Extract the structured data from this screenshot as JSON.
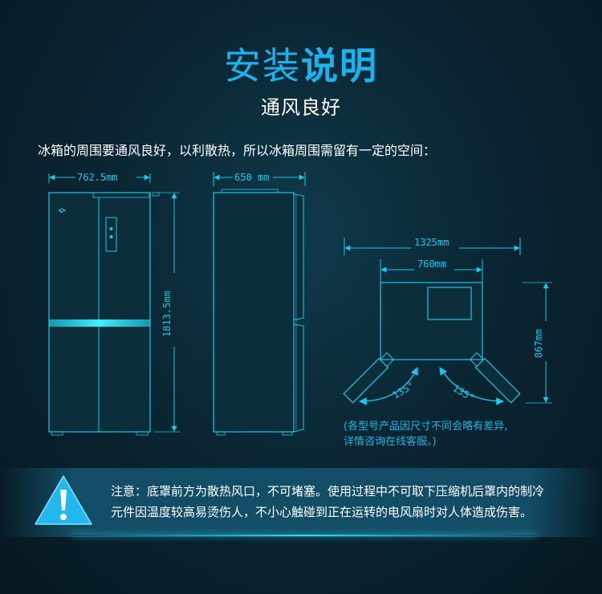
{
  "header": {
    "title_light": "安装",
    "title_bold": "说明",
    "subtitle": "通风良好"
  },
  "intro_text": "冰箱的周围要通风良好，以利散热，所以冰箱周围需留有一定的空间：",
  "front_view": {
    "width_label": "762.5mm",
    "height_label": "1813.5mm"
  },
  "side_view": {
    "depth_label": "650 mm"
  },
  "top_view": {
    "outer_width_label": "1325mm",
    "inner_width_label": "760mm",
    "depth_label": "867mm",
    "left_angle_label": "135°",
    "right_angle_label": "135°"
  },
  "note": {
    "line1": "(各型号产品因尺寸不同会略有差异,",
    "line2": "详情咨询在线客服。)"
  },
  "warning": {
    "line1": "注意：底罩前方为散热风口，不可堵塞。使用过程中不可取下压缩机后罩内的制冷",
    "line2": "元件因温度较高易烫伤人，不小心触碰到正在运转的电风扇时对人体造成伤害。"
  },
  "colors": {
    "accent": "#19b4f0",
    "line": "#18c8e8",
    "background": "#0a2633"
  }
}
